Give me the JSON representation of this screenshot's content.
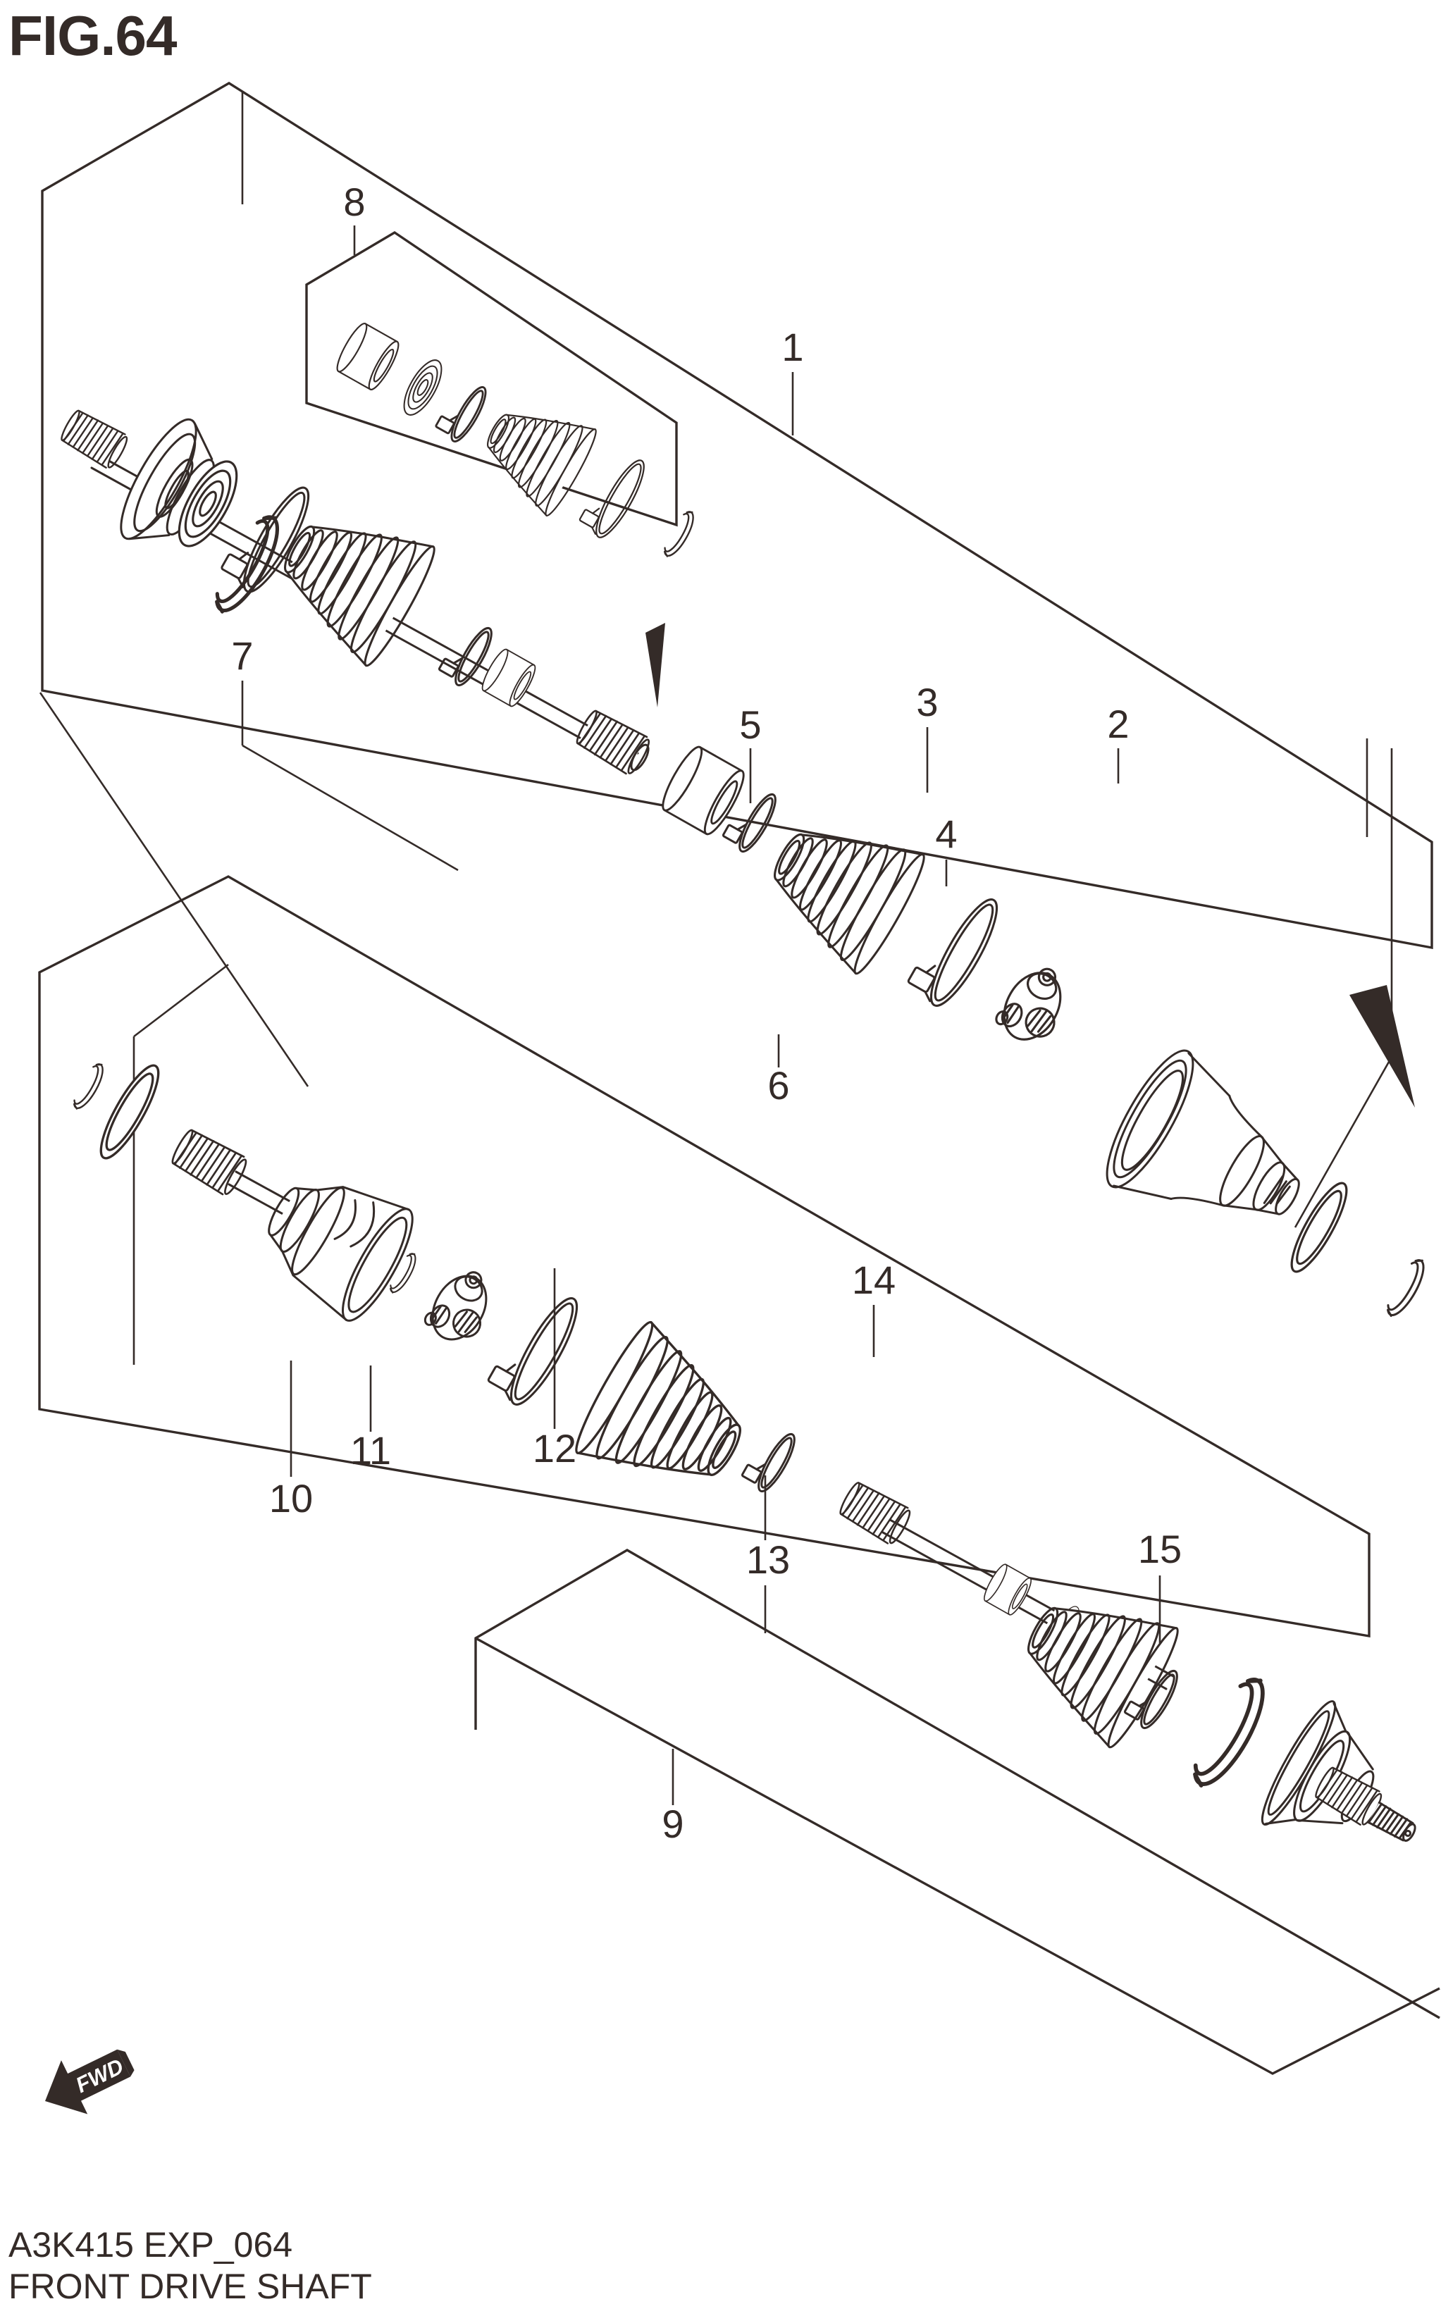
{
  "figure": {
    "title": "FIG.64",
    "code": "A3K415 EXP_064",
    "caption": "FRONT DRIVE SHAFT"
  },
  "fwd_marker": {
    "label": "FWD"
  },
  "colors": {
    "ink": "#342b28",
    "paper": "#ffffff"
  },
  "callouts": [
    {
      "label": "1"
    },
    {
      "label": "2"
    },
    {
      "label": "3"
    },
    {
      "label": "4"
    },
    {
      "label": "5"
    },
    {
      "label": "6"
    },
    {
      "label": "7"
    },
    {
      "label": "8"
    },
    {
      "label": "9"
    },
    {
      "label": "10"
    },
    {
      "label": "11"
    },
    {
      "label": "12"
    },
    {
      "label": "13"
    },
    {
      "label": "14"
    },
    {
      "label": "15"
    }
  ]
}
